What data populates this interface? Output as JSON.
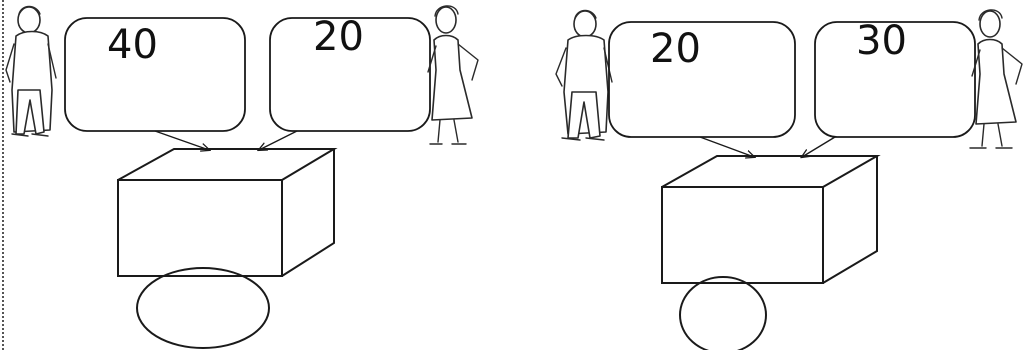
{
  "problems": [
    {
      "left_value": "40",
      "right_value": "20"
    },
    {
      "left_value": "20",
      "right_value": "30"
    }
  ],
  "icons": {
    "man": "man-figure-icon",
    "woman": "woman-figure-icon"
  }
}
